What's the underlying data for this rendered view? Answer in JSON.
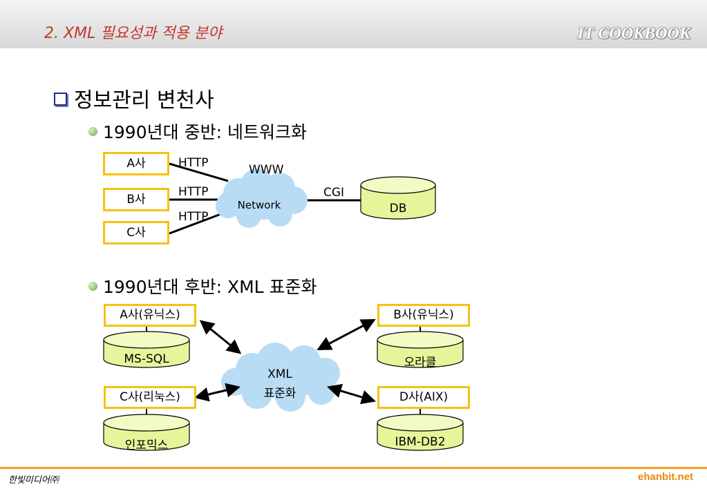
{
  "header": {
    "section_title": "2. XML 필요성과 적용 분야",
    "brand": "IT COOKBOOK"
  },
  "main": {
    "heading": "정보관리 변천사",
    "bullet1": "1990년대 중반: 네트워크화",
    "bullet2": "1990년대 후반: XML 표준화"
  },
  "diagram1": {
    "companies": [
      "A사",
      "B사",
      "C사"
    ],
    "protocols": [
      "HTTP",
      "HTTP",
      "HTTP"
    ],
    "www_label": "WWW",
    "cloud_label": "Network",
    "cgi_label": "CGI",
    "db_label": "DB"
  },
  "diagram2": {
    "cloud_line1": "XML",
    "cloud_line2": "표준화",
    "nodes": [
      {
        "system": "A사(유닉스)",
        "database": "MS-SQL"
      },
      {
        "system": "B사(유닉스)",
        "database": "오라클"
      },
      {
        "system": "C사(리눅스)",
        "database": "인포믹스"
      },
      {
        "system": "D사(AIX)",
        "database": "IBM-DB2"
      }
    ]
  },
  "footer": {
    "publisher": "한빛미디어㈜",
    "site": "ehanbit.net"
  },
  "colors": {
    "box_border": "#f4c20d",
    "cylinder_fill": "#e6f59a",
    "cloud_fill": "#b9dcf5",
    "title_red": "#c0392b",
    "footer_orange": "#f7a21b"
  }
}
